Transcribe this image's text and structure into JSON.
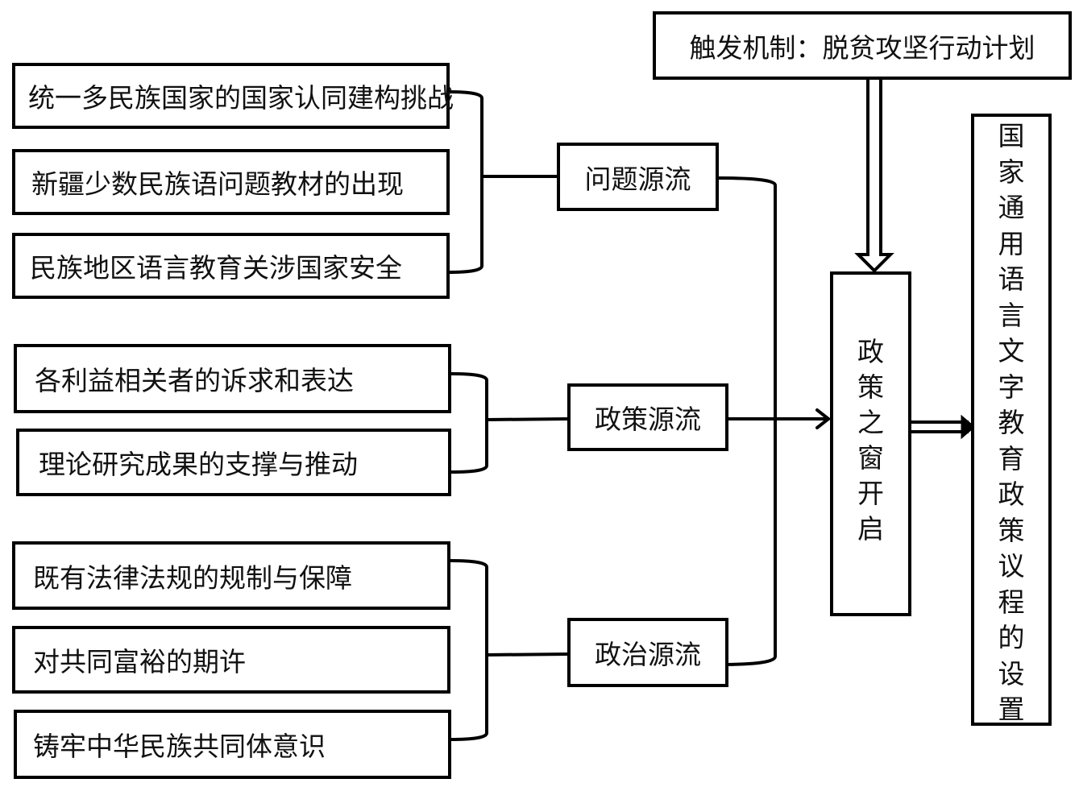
{
  "trigger": {
    "label": "触发机制：脱贫攻坚行动计划"
  },
  "problem_stream": {
    "label": "问题源流",
    "factors": [
      "统一多民族国家的国家认同建构挑战",
      "新疆少数民族语问题教材的出现",
      "民族地区语言教育关涉国家安全"
    ]
  },
  "policy_stream": {
    "label": "政策源流",
    "factors": [
      "各利益相关者的诉求和表达",
      "理论研究成果的支撑与推动"
    ]
  },
  "politics_stream": {
    "label": "政治源流",
    "factors": [
      "既有法律法规的规制与保障",
      "对共同富裕的期许",
      "铸牢中华民族共同体意识"
    ]
  },
  "policy_window": {
    "chars": [
      "政",
      "策",
      "之",
      "窗",
      "开",
      "启"
    ]
  },
  "outcome": {
    "chars": [
      "国",
      "家",
      "通",
      "用",
      "语",
      "言",
      "文",
      "字",
      "教",
      "育",
      "政",
      "策",
      "议",
      "程",
      "的",
      "设",
      "置"
    ]
  }
}
